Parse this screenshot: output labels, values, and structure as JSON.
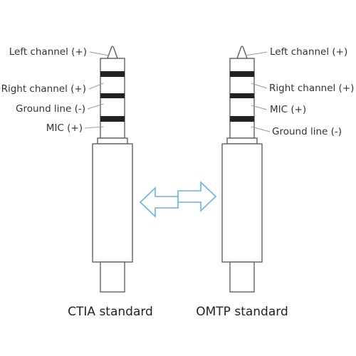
{
  "ctia": {
    "caption": "CTIA standard",
    "labels": [
      "Left channel (+)",
      "Right channel (+)",
      "Ground line (-)",
      "MIC (+)"
    ]
  },
  "omtp": {
    "caption": "OMTP standard",
    "labels": [
      "Left channel (+)",
      "Right channel (+)",
      "MIC (+)",
      "Ground line (-)"
    ]
  },
  "colors": {
    "arrow": "#6ab4e0",
    "ring": "#222222",
    "outline": "#555555"
  },
  "icons": {
    "swap": "double-arrow-icon"
  }
}
